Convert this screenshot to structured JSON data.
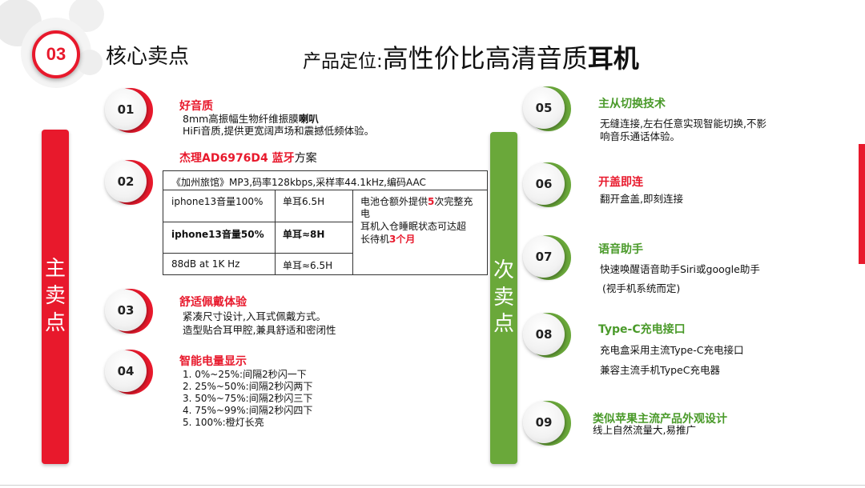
{
  "section": {
    "number": "03",
    "title": "核心卖点"
  },
  "headline": {
    "label": "产品定位:",
    "text": "高性价比高清音质",
    "bold": "耳机"
  },
  "bars": {
    "main": [
      "主",
      "卖",
      "点"
    ],
    "secondary": [
      "次",
      "卖",
      "点"
    ]
  },
  "main_points": {
    "p01": {
      "num": "01",
      "title": "好音质",
      "line1_pre": "8mm高振幅生物纤维振膜",
      "line1_bold": "喇叭",
      "line2": "HiFi音质,提供更宽阔声场和震撼低频体验。"
    },
    "p02": {
      "num": "02",
      "title_pre": "杰理AD6976D4 蓝牙",
      "title_post": "方案",
      "table": {
        "header": "《加州旅馆》MP3,码率128kbps,采样率44.1kHz,编码AAC",
        "rows": [
          {
            "col1": "iphone13音量100%",
            "col2": "单耳6.5H"
          },
          {
            "col1": "iphone13音量50%",
            "col2": "单耳≈8H"
          },
          {
            "col1": "88dB at 1K Hz",
            "col2": "单耳≈6.5H"
          }
        ],
        "note": {
          "l1_pre": "电池仓额外提供",
          "l1_num": "5",
          "l1_post": "次完整充",
          "l2": "电",
          "l3": "耳机入仓睡眠状态可达超",
          "l4_pre": "长待机",
          "l4_red": "3个月"
        }
      }
    },
    "p03": {
      "num": "03",
      "title": "舒适佩戴体验",
      "lines": [
        "紧凑尺寸设计,入耳式佩戴方式。",
        "造型贴合耳甲腔,兼具舒适和密闭性"
      ]
    },
    "p04": {
      "num": "04",
      "title": "智能电量显示",
      "lines": [
        "1. 0%~25%:间隔2秒闪一下",
        "2. 25%~50%:间隔2秒闪两下",
        "3. 50%~75%:间隔2秒闪三下",
        "4. 75%~99%:间隔2秒闪四下",
        "5. 100%:橙灯长亮"
      ]
    }
  },
  "secondary_points": {
    "p05": {
      "num": "05",
      "title": "主从切换技术",
      "lines": [
        "无缝连接,左右任意实现智能切换,不影",
        "响音乐通话体验。"
      ]
    },
    "p06": {
      "num": "06",
      "title": "开盖即连",
      "lines": [
        "翻开盒盖,即刻连接"
      ]
    },
    "p07": {
      "num": "07",
      "title": "语音助手",
      "lines": [
        "快速唤醒语音助手Siri或google助手",
        "(视手机系统而定)"
      ]
    },
    "p08": {
      "num": "08",
      "title": "Type-C充电接口",
      "lines": [
        "充电盒采用主流Type-C充电接口",
        "兼容主流手机TypeC充电器"
      ]
    },
    "p09": {
      "num": "09",
      "title": "类似苹果主流产品外观设计",
      "lines": [
        "线上自然流量大,易推广"
      ]
    }
  },
  "colors": {
    "accent_red": "#e8192c",
    "accent_green": "#6aa83a"
  }
}
